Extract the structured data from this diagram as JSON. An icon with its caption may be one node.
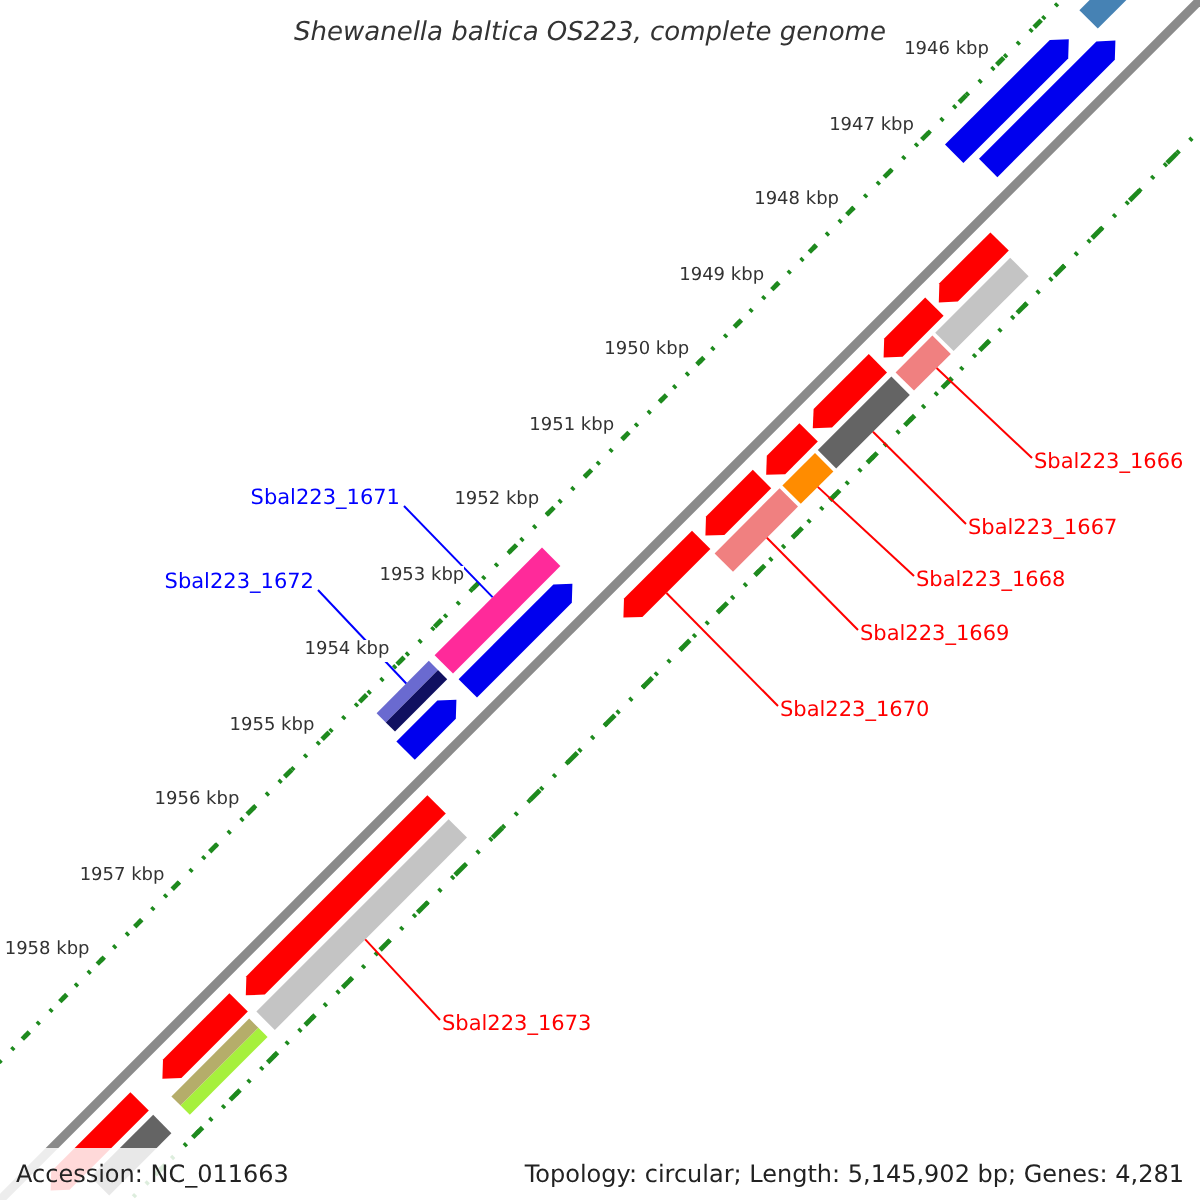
{
  "diagram": {
    "title": "Shewanella baltica OS223, complete genome",
    "nodes": [
      {
        "text": [
          "Sbal223_1671"
        ]
      },
      {
        "text": [
          "Sbal223_1672"
        ]
      },
      {
        "text": [
          "Sbal223_1666"
        ]
      },
      {
        "text": [
          "Sbal223_1667"
        ]
      },
      {
        "text": [
          "Sbal223_1668"
        ]
      },
      {
        "text": [
          "Sbal223_1669"
        ]
      },
      {
        "text": [
          "Sbal223_1670"
        ]
      },
      {
        "text": [
          "Sbal223_1673"
        ]
      },
      {
        "text": [],
        "shape": "bar"
      },
      {
        "text": [],
        "shape": "arrow"
      },
      {
        "text": [],
        "shape": "arrow"
      },
      {
        "text": [],
        "shape": "arrow"
      },
      {
        "text": [],
        "shape": "bar"
      },
      {
        "text": [],
        "shape": "arrow"
      },
      {
        "text": [],
        "shape": "bar"
      },
      {
        "text": [],
        "shape": "arrow"
      },
      {
        "text": [],
        "shape": "bar"
      },
      {
        "text": [],
        "shape": "arrow"
      },
      {
        "text": [],
        "shape": "bar"
      },
      {
        "text": [],
        "shape": "arrow"
      },
      {
        "text": [],
        "shape": "bar"
      },
      {
        "text": [],
        "shape": "arrow"
      },
      {
        "text": [],
        "shape": "bar"
      },
      {
        "text": [],
        "shape": "arrow"
      },
      {
        "text": [],
        "shape": "bar"
      },
      {
        "text": [],
        "shape": "arrow"
      },
      {
        "text": [],
        "shape": "arrow"
      },
      {
        "text": [],
        "shape": "bar"
      },
      {
        "text": [],
        "shape": "arrow"
      },
      {
        "text": [],
        "shape": "bar"
      },
      {
        "text": [],
        "shape": "arrow"
      },
      {
        "text": [],
        "shape": "bar"
      }
    ],
    "edges": [
      {
        "from": 0,
        "to": 22,
        "arrow": "none",
        "color": "#0000ff"
      },
      {
        "from": 1,
        "to": 24,
        "arrow": "none",
        "color": "#0000ff"
      },
      {
        "from": 2,
        "to": 14,
        "arrow": "none"
      },
      {
        "from": 3,
        "to": 16,
        "arrow": "none"
      },
      {
        "from": 4,
        "to": 18,
        "arrow": "none"
      },
      {
        "from": 5,
        "to": 20,
        "arrow": "none"
      },
      {
        "from": 6,
        "to": 21,
        "arrow": "none"
      },
      {
        "from": 7,
        "to": 27,
        "arrow": "none"
      }
    ],
    "labels": [
      "1946 kbp",
      "1947 kbp",
      "1948 kbp",
      "1949 kbp",
      "1950 kbp",
      "1951 kbp",
      "1952 kbp",
      "1953 kbp",
      "1954 kbp",
      "1955 kbp",
      "1956 kbp",
      "1957 kbp",
      "1958 kbp",
      "Accession: NC_011663",
      "Topology: circular; Length: 5,145,902 bp; Genes: 4,281"
    ]
  }
}
